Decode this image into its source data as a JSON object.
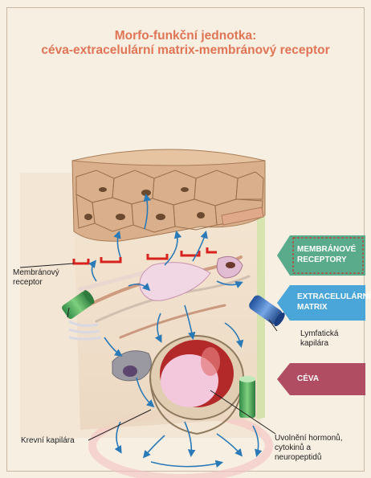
{
  "title": {
    "line1": "Morfo-funkční jednotka:",
    "line2": "céva-extracelulární matrix-membránový receptor"
  },
  "labels": {
    "membrane_receptor_line1": "Membránový",
    "membrane_receptor_line2": "receptor",
    "lymph_line1": "Lymfatická",
    "lymph_line2": "kapilára",
    "blood_capillary": "Krevní kapilára",
    "release_line1": "Uvolnění hormonů,",
    "release_line2": "cytokinů a",
    "release_line3": "neuropeptidů"
  },
  "tags": {
    "receptors_line1": "MEMBRÁNOVÉ",
    "receptors_line2": "RECEPTORY",
    "matrix_line1": "EXTRACELULÁRNÍ",
    "matrix_line2": "MATRIX",
    "vessel": "CÉVA"
  },
  "colors": {
    "title": "#e07555",
    "receptors_tag": "#5aab8c",
    "matrix_tag": "#4aa5d8",
    "vessel_tag": "#b04d62",
    "arrows": "#2a7ab8",
    "receptor": "#d8221e"
  }
}
